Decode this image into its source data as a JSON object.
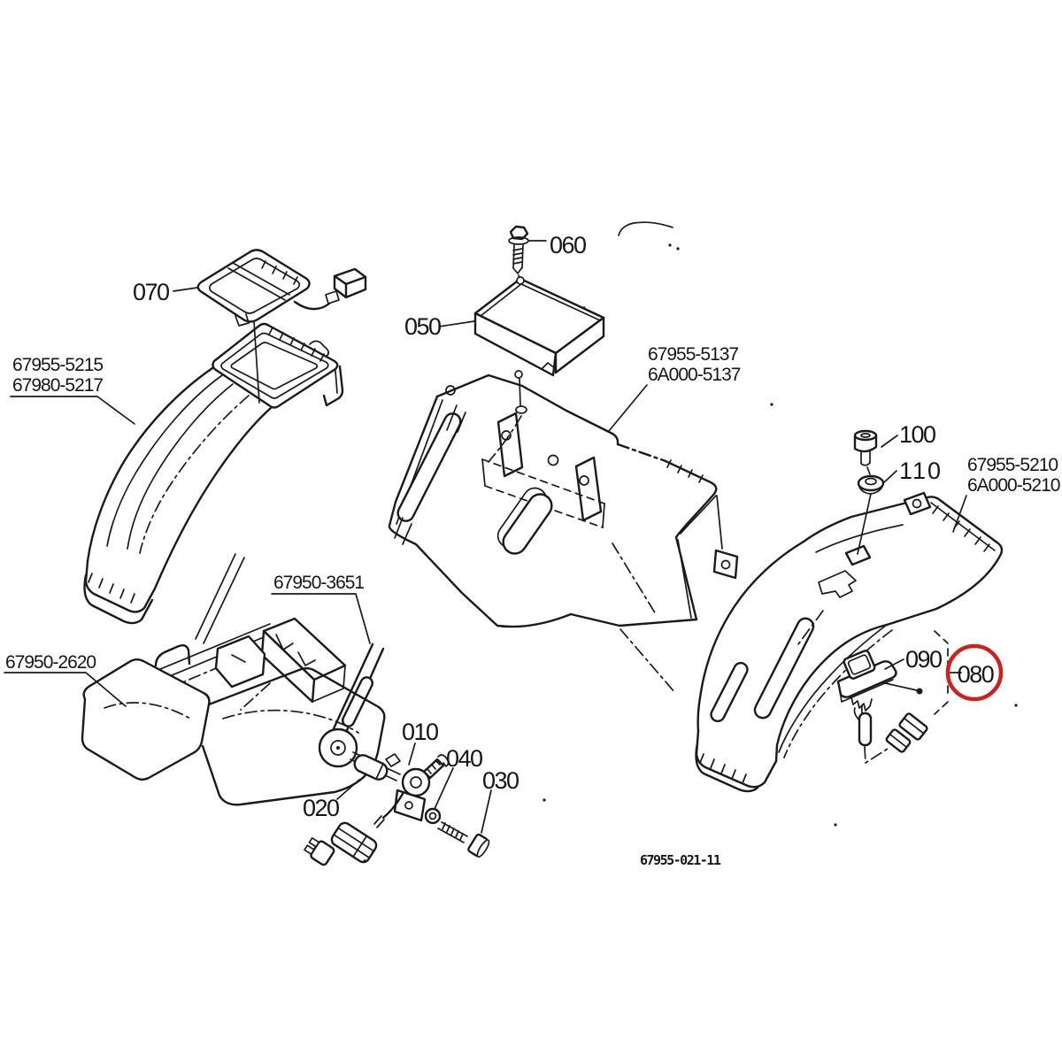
{
  "page": {
    "background": "#ffffff"
  },
  "diagram": {
    "type": "exploded-parts-diagram",
    "drawing_number": "67955-021-11",
    "line_color": "#1a1a1a",
    "highlight_color": "#cf2020",
    "highlighted_callout": "080",
    "callouts": {
      "010": "010",
      "020": "020",
      "030": "030",
      "040": "040",
      "050": "050",
      "060": "060",
      "070": "070",
      "080": "080",
      "090": "090",
      "100": "100",
      "110": "110"
    },
    "part_numbers": {
      "console_left": [
        "67955-5215",
        "67980-5217"
      ],
      "support_plate": [
        "67955-5137",
        "6A000-5137"
      ],
      "console_right": [
        "67955-5210",
        "6A000-5210"
      ],
      "seat_frame": "67950-3651",
      "seat_base": "67950-2620"
    }
  }
}
